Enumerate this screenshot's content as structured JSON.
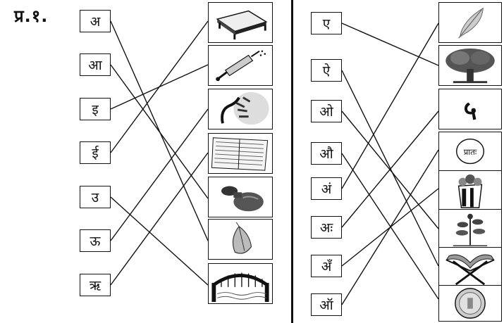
{
  "question_label": "प्र.१.",
  "left_letters": [
    "अ",
    "आ",
    "इ",
    "ई",
    "उ",
    "ऊ",
    "ऋ"
  ],
  "right_letters": [
    "ए",
    "ऐ",
    "ओ",
    "औ",
    "अं",
    "अः",
    "अँ",
    "ऑ"
  ],
  "left_pictures": [
    "table-icon",
    "syringe-icon",
    "tiger-icon",
    "notebook-icon",
    "drumstick-icon",
    "leaf-icon",
    "bridge-icon"
  ],
  "right_pictures": [
    "feather-icon",
    "tree-icon",
    "numeral-five",
    "pratah-seal",
    "popcorn-icon",
    "plant-icon",
    "lectern-icon",
    "coin-icon"
  ],
  "numeral_text": "५",
  "seal_text": "प्रातः"
}
